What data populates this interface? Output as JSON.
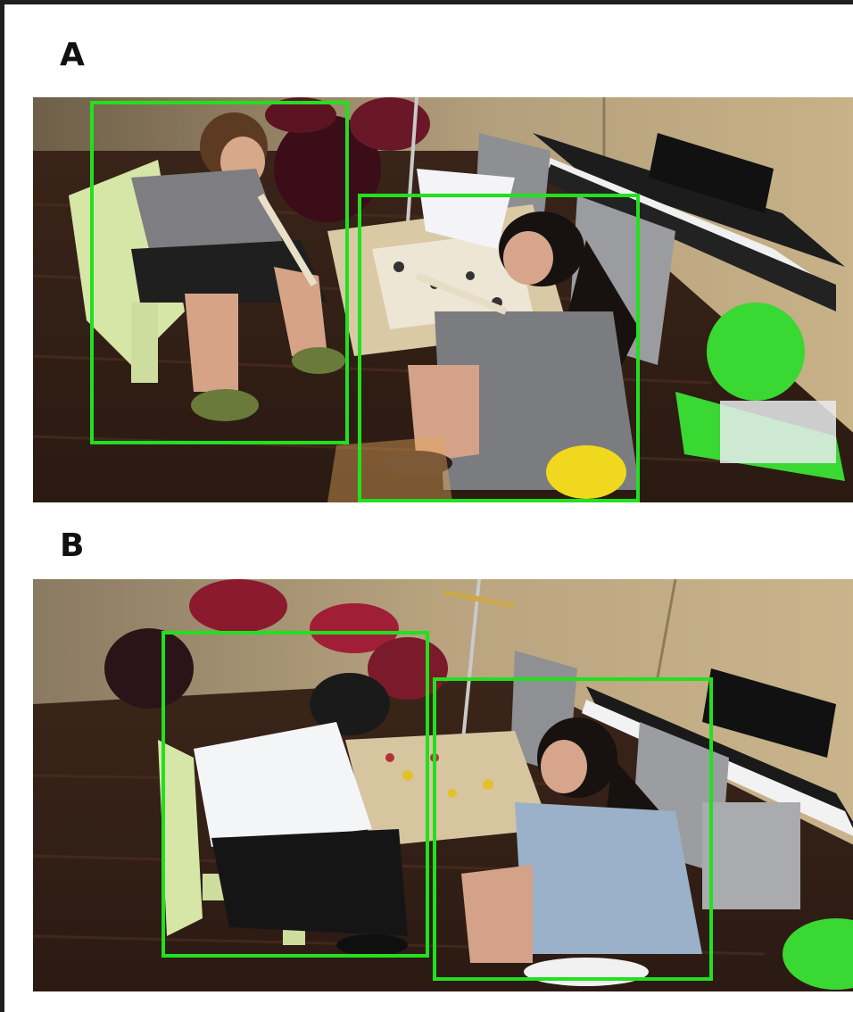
{
  "panels": [
    {
      "label": "A",
      "description_icon": "photo-icon",
      "detections": 2
    },
    {
      "label": "B",
      "description_icon": "photo-icon",
      "detections": 2
    }
  ],
  "colors": {
    "detection_box": "#22e01e",
    "border": "#1f1f1f",
    "background": "#ffffff"
  }
}
